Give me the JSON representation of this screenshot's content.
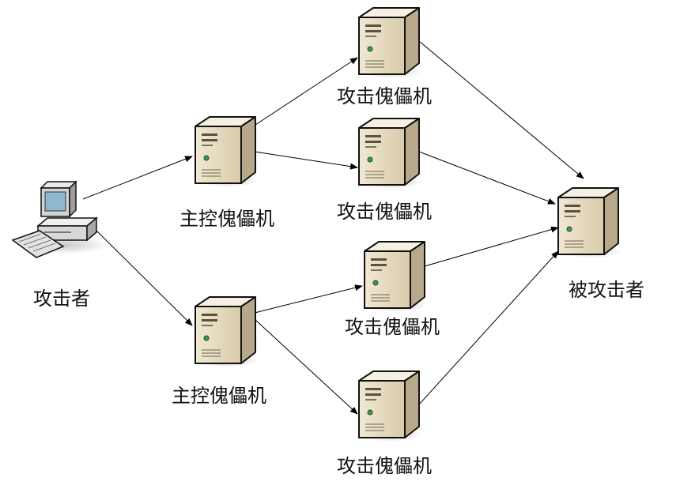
{
  "diagram": {
    "nodes": [
      {
        "id": "attacker",
        "kind": "workstation",
        "label": "攻击者",
        "icon": "desktop-computer-icon"
      },
      {
        "id": "master1",
        "kind": "server",
        "label": "主控傀儡机",
        "icon": "server-icon"
      },
      {
        "id": "master2",
        "kind": "server",
        "label": "主控傀儡机",
        "icon": "server-icon"
      },
      {
        "id": "bot1",
        "kind": "server",
        "label": "攻击傀儡机",
        "icon": "server-icon"
      },
      {
        "id": "bot2",
        "kind": "server",
        "label": "攻击傀儡机",
        "icon": "server-icon"
      },
      {
        "id": "bot3",
        "kind": "server",
        "label": "攻击傀儡机",
        "icon": "server-icon"
      },
      {
        "id": "bot4",
        "kind": "server",
        "label": "攻击傀儡机",
        "icon": "server-icon"
      },
      {
        "id": "victim",
        "kind": "server",
        "label": "被攻击者",
        "icon": "server-icon"
      }
    ],
    "edges": [
      {
        "from": "attacker",
        "to": "master1"
      },
      {
        "from": "attacker",
        "to": "master2"
      },
      {
        "from": "master1",
        "to": "bot1"
      },
      {
        "from": "master1",
        "to": "bot2"
      },
      {
        "from": "master2",
        "to": "bot3"
      },
      {
        "from": "master2",
        "to": "bot4"
      },
      {
        "from": "bot1",
        "to": "victim"
      },
      {
        "from": "bot2",
        "to": "victim"
      },
      {
        "from": "bot3",
        "to": "victim"
      },
      {
        "from": "bot4",
        "to": "victim"
      }
    ],
    "colors": {
      "server_front": "#eadfc7",
      "server_side": "#b7a98a",
      "server_top": "#f6f0e2",
      "outline": "#111111",
      "arrow": "#000000",
      "monitor_screen": "#8fb7cf"
    }
  }
}
